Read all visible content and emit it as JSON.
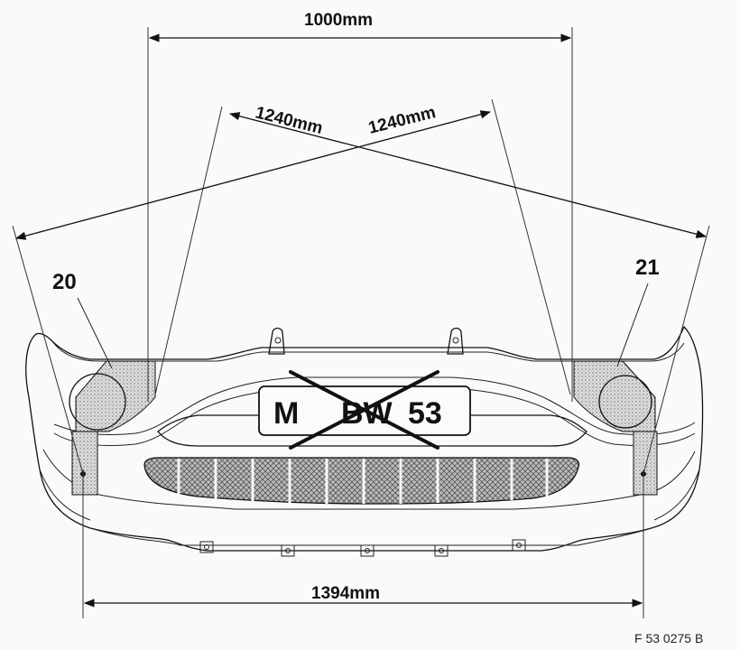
{
  "dimensions": {
    "top_width": "1000mm",
    "diagonal_left": "1240mm",
    "diagonal_right": "1240mm",
    "bottom_width": "1394mm"
  },
  "callouts": {
    "left": "20",
    "right": "21"
  },
  "plate": {
    "prefix": "M",
    "middle": "BW",
    "number": "53"
  },
  "figure_id": "F 53 0275 B"
}
